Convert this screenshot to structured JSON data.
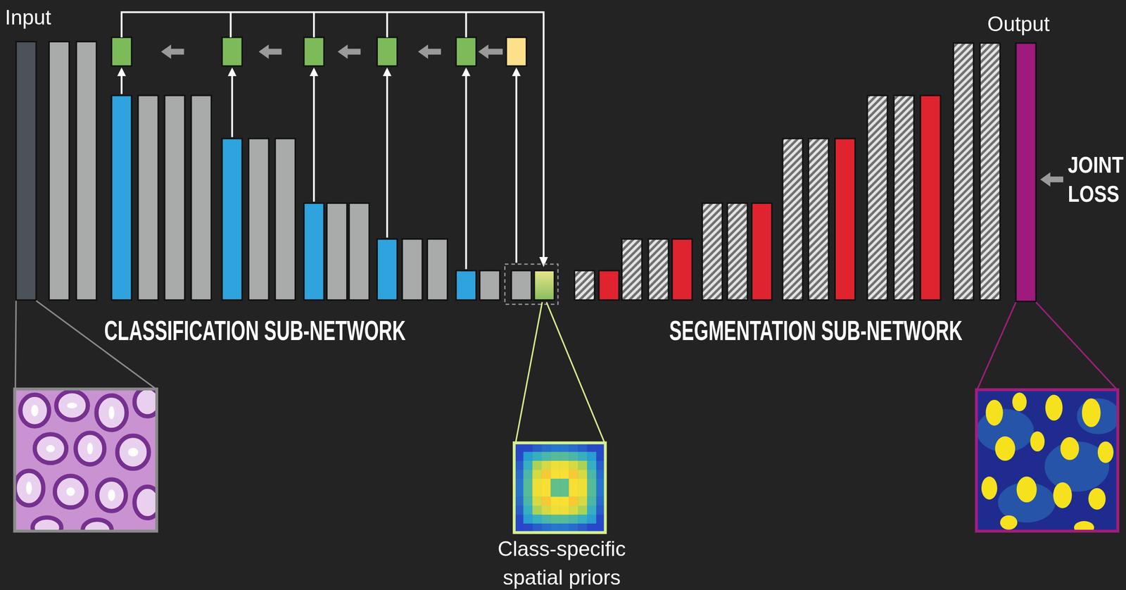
{
  "diagram": {
    "labels": [
      "Input",
      "Output",
      "JOINT LOSS",
      "CLASSIFICATION SUB-NETWORK",
      "SEGMENTATION SUB-NETWORK",
      "Class-specific spatial priors"
    ]
  }
}
